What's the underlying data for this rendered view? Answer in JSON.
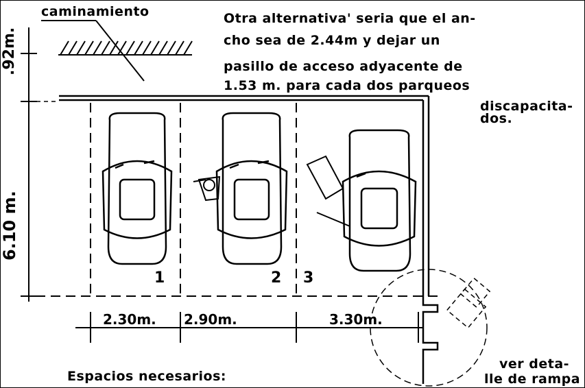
{
  "labels": {
    "caminamiento": "caminamiento",
    "note_line1": "Otra alternativa' seria que el an-",
    "note_line2": "cho sea de 2.44m y dejar un",
    "note_line3": "pasillo de acceso adyacente de",
    "note_line4": "1.53 m. para cada dos parqueos",
    "note_line5": "discapacita-",
    "note_line6": "dos.",
    "dim_vertical_top": ".92m.",
    "dim_vertical_main": "6.10 m.",
    "dim_width_1": "2.30m.",
    "dim_width_2": "2.90m.",
    "dim_width_3": "3.30m.",
    "space_1": "1",
    "space_2": "2",
    "space_3": "3",
    "bottom_left": "Espacios necesarios:",
    "ramp_line1": "ver deta-",
    "ramp_line2": "lle de rampa"
  }
}
